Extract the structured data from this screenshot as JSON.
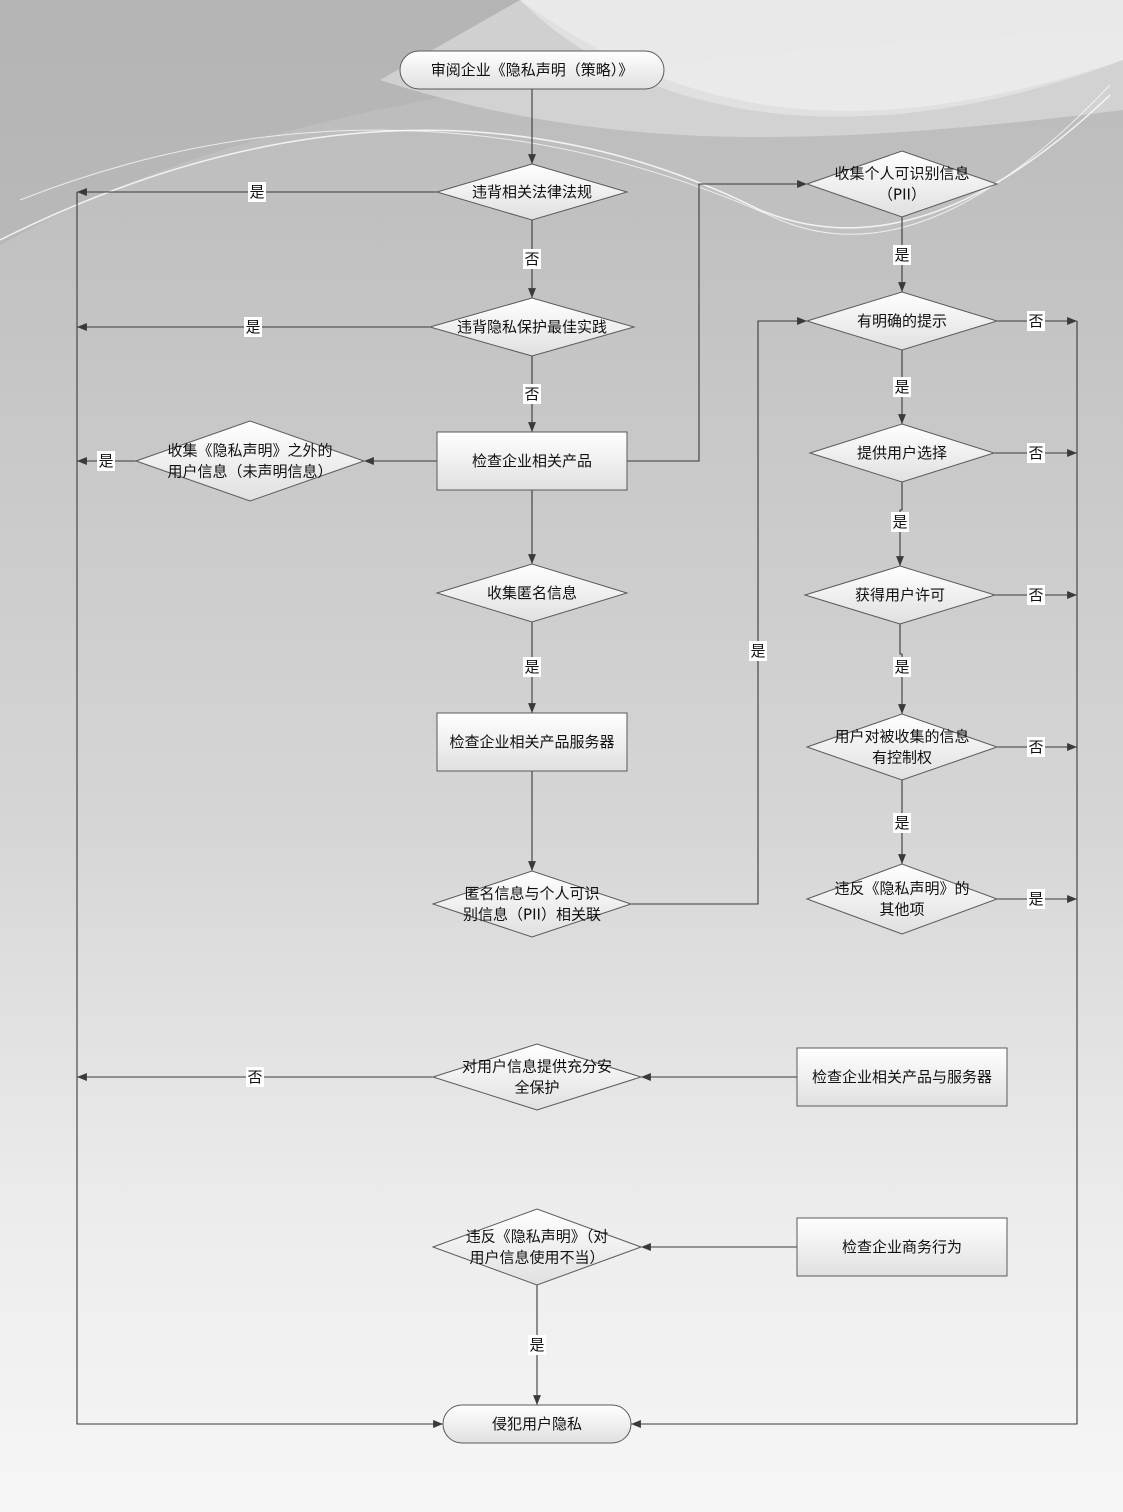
{
  "diagram": {
    "nodes": {
      "start": {
        "shape": "terminal",
        "lines": [
          "审阅企业《隐私声明（策略）》"
        ]
      },
      "law": {
        "shape": "decision",
        "lines": [
          "违背相关法律法规"
        ]
      },
      "best": {
        "shape": "decision",
        "lines": [
          "违背隐私保护最佳实践"
        ]
      },
      "product": {
        "shape": "process",
        "lines": [
          "检查企业相关产品"
        ]
      },
      "undeclared": {
        "shape": "decision",
        "lines": [
          "收集《隐私声明》之外的",
          "用户信息（未声明信息）"
        ]
      },
      "anon": {
        "shape": "decision",
        "lines": [
          "收集匿名信息"
        ]
      },
      "server": {
        "shape": "process",
        "lines": [
          "检查企业相关产品服务器"
        ]
      },
      "link": {
        "shape": "decision",
        "lines": [
          "匿名信息与个人可识",
          "别信息（PII）相关联"
        ]
      },
      "pii": {
        "shape": "decision",
        "lines": [
          "收集个人可识别信息",
          "（PII）"
        ]
      },
      "notice": {
        "shape": "decision",
        "lines": [
          "有明确的提示"
        ]
      },
      "choice": {
        "shape": "decision",
        "lines": [
          "提供用户选择"
        ]
      },
      "consent": {
        "shape": "decision",
        "lines": [
          "获得用户许可"
        ]
      },
      "control": {
        "shape": "decision",
        "lines": [
          "用户对被收集的信息",
          "有控制权"
        ]
      },
      "other": {
        "shape": "decision",
        "lines": [
          "违反《隐私声明》的",
          "其他项"
        ]
      },
      "security": {
        "shape": "decision",
        "lines": [
          "对用户信息提供充分安",
          "全保护"
        ]
      },
      "prodserver": {
        "shape": "process",
        "lines": [
          "检查企业相关产品与服务器"
        ]
      },
      "misuse": {
        "shape": "decision",
        "lines": [
          "违反《隐私声明》（对",
          "用户信息使用不当）"
        ]
      },
      "business": {
        "shape": "process",
        "lines": [
          "检查企业商务行为"
        ]
      },
      "end": {
        "shape": "terminal",
        "lines": [
          "侵犯用户隐私"
        ]
      }
    },
    "edges": [
      {
        "id": "e-start-law",
        "label": ""
      },
      {
        "id": "e-law-best",
        "label": "否"
      },
      {
        "id": "e-best-product",
        "label": "否"
      },
      {
        "id": "e-product-anon",
        "label": ""
      },
      {
        "id": "e-anon-server",
        "label": "是"
      },
      {
        "id": "e-server-link",
        "label": ""
      },
      {
        "id": "e-product-pii",
        "label": ""
      },
      {
        "id": "e-product-undecl",
        "label": ""
      },
      {
        "id": "e-link-notice",
        "label": "是"
      },
      {
        "id": "e-pii-notice",
        "label": "是"
      },
      {
        "id": "e-notice-choice",
        "label": "是"
      },
      {
        "id": "e-choice-consent",
        "label": "是"
      },
      {
        "id": "e-consent-control",
        "label": "是"
      },
      {
        "id": "e-control-other",
        "label": "是"
      },
      {
        "id": "e-notice-right",
        "label": "否"
      },
      {
        "id": "e-choice-right",
        "label": "否"
      },
      {
        "id": "e-consent-right",
        "label": "否"
      },
      {
        "id": "e-control-right",
        "label": "否"
      },
      {
        "id": "e-other-right",
        "label": "是"
      },
      {
        "id": "e-law-left",
        "label": "是"
      },
      {
        "id": "e-best-left",
        "label": "是"
      },
      {
        "id": "e-undecl-left",
        "label": "是"
      },
      {
        "id": "e-security-left",
        "label": "否"
      },
      {
        "id": "e-prodserver-sec",
        "label": ""
      },
      {
        "id": "e-business-misuse",
        "label": ""
      },
      {
        "id": "e-misuse-end",
        "label": "是"
      },
      {
        "id": "e-left-end",
        "label": ""
      },
      {
        "id": "e-right-end",
        "label": ""
      }
    ]
  },
  "colors": {
    "line": "#3a3a3a",
    "node_fill_top": "#ffffff",
    "node_fill_bottom": "#e2e2e2",
    "node_stroke": "#5a5a5a"
  }
}
